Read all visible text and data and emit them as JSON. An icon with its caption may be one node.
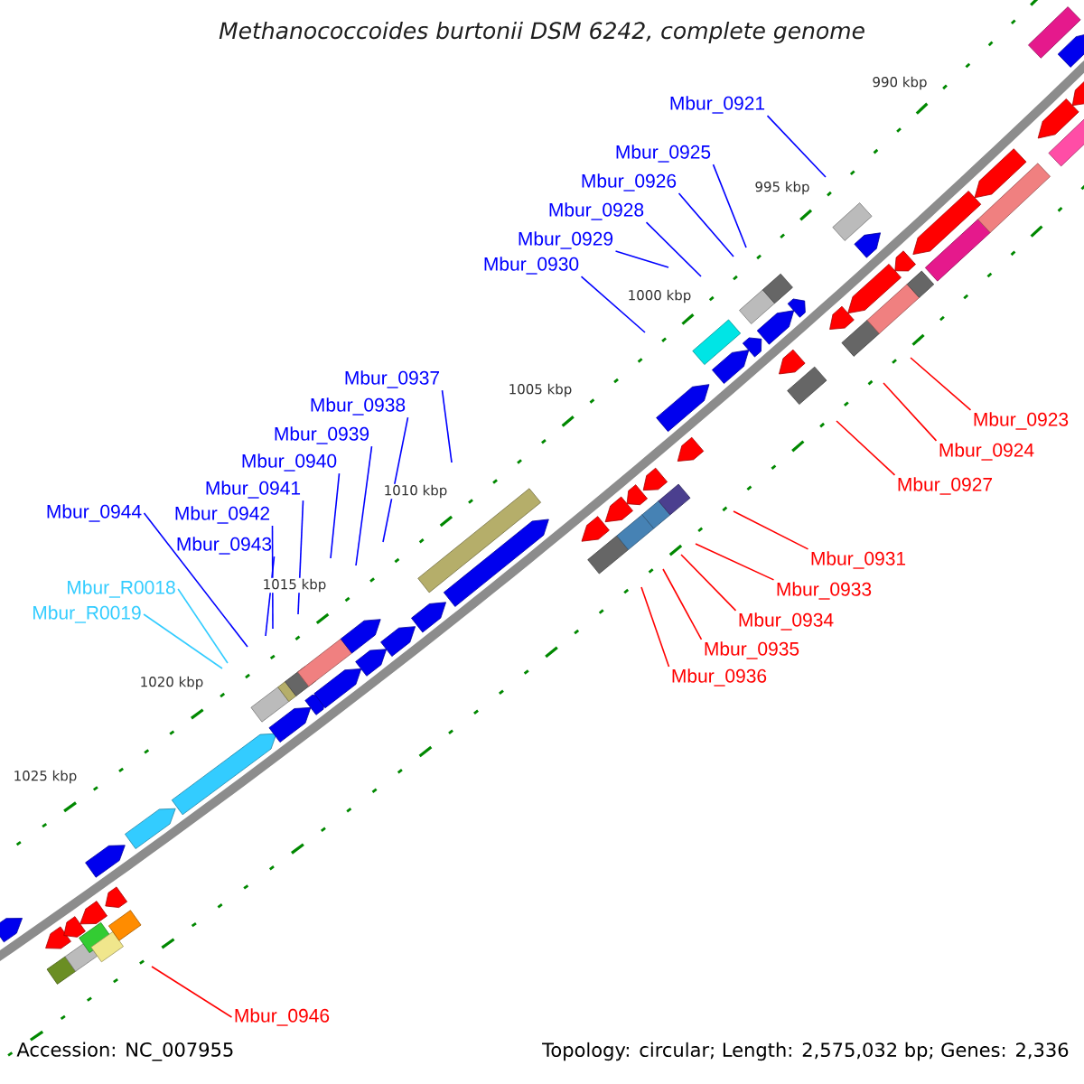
{
  "diagram": {
    "title": "Methanococcoides burtonii DSM 6242, complete genome",
    "nodes": [
      {
        "text": [
          "Mbur_0921"
        ]
      },
      {
        "text": [
          "Mbur_0925"
        ]
      },
      {
        "text": [
          "Mbur_0926"
        ]
      },
      {
        "text": [
          "Mbur_0928"
        ]
      },
      {
        "text": [
          "Mbur_0929"
        ]
      },
      {
        "text": [
          "Mbur_0930"
        ]
      },
      {
        "text": [
          "Mbur_0937"
        ]
      },
      {
        "text": [
          "Mbur_0938"
        ]
      },
      {
        "text": [
          "Mbur_0923"
        ]
      },
      {
        "text": [
          "Mbur_0939"
        ]
      },
      {
        "text": [
          "Mbur_0924"
        ]
      },
      {
        "text": [
          "Mbur_0940"
        ]
      },
      {
        "text": [
          "Mbur_0927"
        ]
      },
      {
        "text": [
          "Mbur_0941"
        ]
      },
      {
        "text": [
          "Mbur_0944"
        ]
      },
      {
        "text": [
          "Mbur_0942"
        ]
      },
      {
        "text": [
          "Mbur_0943"
        ]
      },
      {
        "text": [
          "Mbur_0931"
        ]
      },
      {
        "text": [
          "Mbur_R0018"
        ]
      },
      {
        "text": [
          "Mbur_0933"
        ]
      },
      {
        "text": [
          "Mbur_R0019"
        ]
      },
      {
        "text": [
          "Mbur_0934"
        ]
      },
      {
        "text": [
          "Mbur_0935"
        ]
      },
      {
        "text": [
          "Mbur_0936"
        ]
      },
      {
        "text": [
          "Mbur_0946"
        ]
      }
    ],
    "edges": [
      {
        "from": 0,
        "to": null,
        "arrow": "none"
      },
      {
        "from": 1,
        "to": null,
        "arrow": "none"
      },
      {
        "from": 2,
        "to": null,
        "arrow": "none"
      },
      {
        "from": 3,
        "to": null,
        "arrow": "none"
      },
      {
        "from": 4,
        "to": null,
        "arrow": "none"
      },
      {
        "from": 5,
        "to": null,
        "arrow": "none"
      },
      {
        "from": 6,
        "to": null,
        "arrow": "none"
      },
      {
        "from": 7,
        "to": null,
        "arrow": "none"
      },
      {
        "from": 8,
        "to": null,
        "arrow": "none",
        "color": "#ff0000"
      },
      {
        "from": 9,
        "to": null,
        "arrow": "none"
      },
      {
        "from": 10,
        "to": null,
        "arrow": "none",
        "color": "#ff0000"
      },
      {
        "from": 11,
        "to": null,
        "arrow": "none"
      },
      {
        "from": 12,
        "to": null,
        "arrow": "none",
        "color": "#ff0000"
      },
      {
        "from": 13,
        "to": null,
        "arrow": "none"
      },
      {
        "from": 14,
        "to": null,
        "arrow": "none"
      },
      {
        "from": 15,
        "to": null,
        "arrow": "none"
      },
      {
        "from": 16,
        "to": null,
        "arrow": "none"
      },
      {
        "from": 17,
        "to": null,
        "arrow": "none",
        "color": "#ff0000"
      },
      {
        "from": 18,
        "to": null,
        "arrow": "none",
        "color": "#33ccff"
      },
      {
        "from": 19,
        "to": null,
        "arrow": "none",
        "color": "#ff0000"
      },
      {
        "from": 20,
        "to": null,
        "arrow": "none",
        "color": "#33ccff"
      },
      {
        "from": 21,
        "to": null,
        "arrow": "none",
        "color": "#ff0000"
      },
      {
        "from": 22,
        "to": null,
        "arrow": "none",
        "color": "#ff0000"
      },
      {
        "from": 23,
        "to": null,
        "arrow": "none",
        "color": "#ff0000"
      },
      {
        "from": 24,
        "to": null,
        "arrow": "none",
        "color": "#ff0000"
      }
    ],
    "labels": [
      "990 kbp",
      "995 kbp",
      "1000 kbp",
      "1005 kbp",
      "1010 kbp",
      "1015 kbp",
      "1020 kbp",
      "1025 kbp",
      "Accession: NC_007955",
      "Topology: circular; Length: 2,575,032 bp; Genes: 2,336"
    ]
  }
}
